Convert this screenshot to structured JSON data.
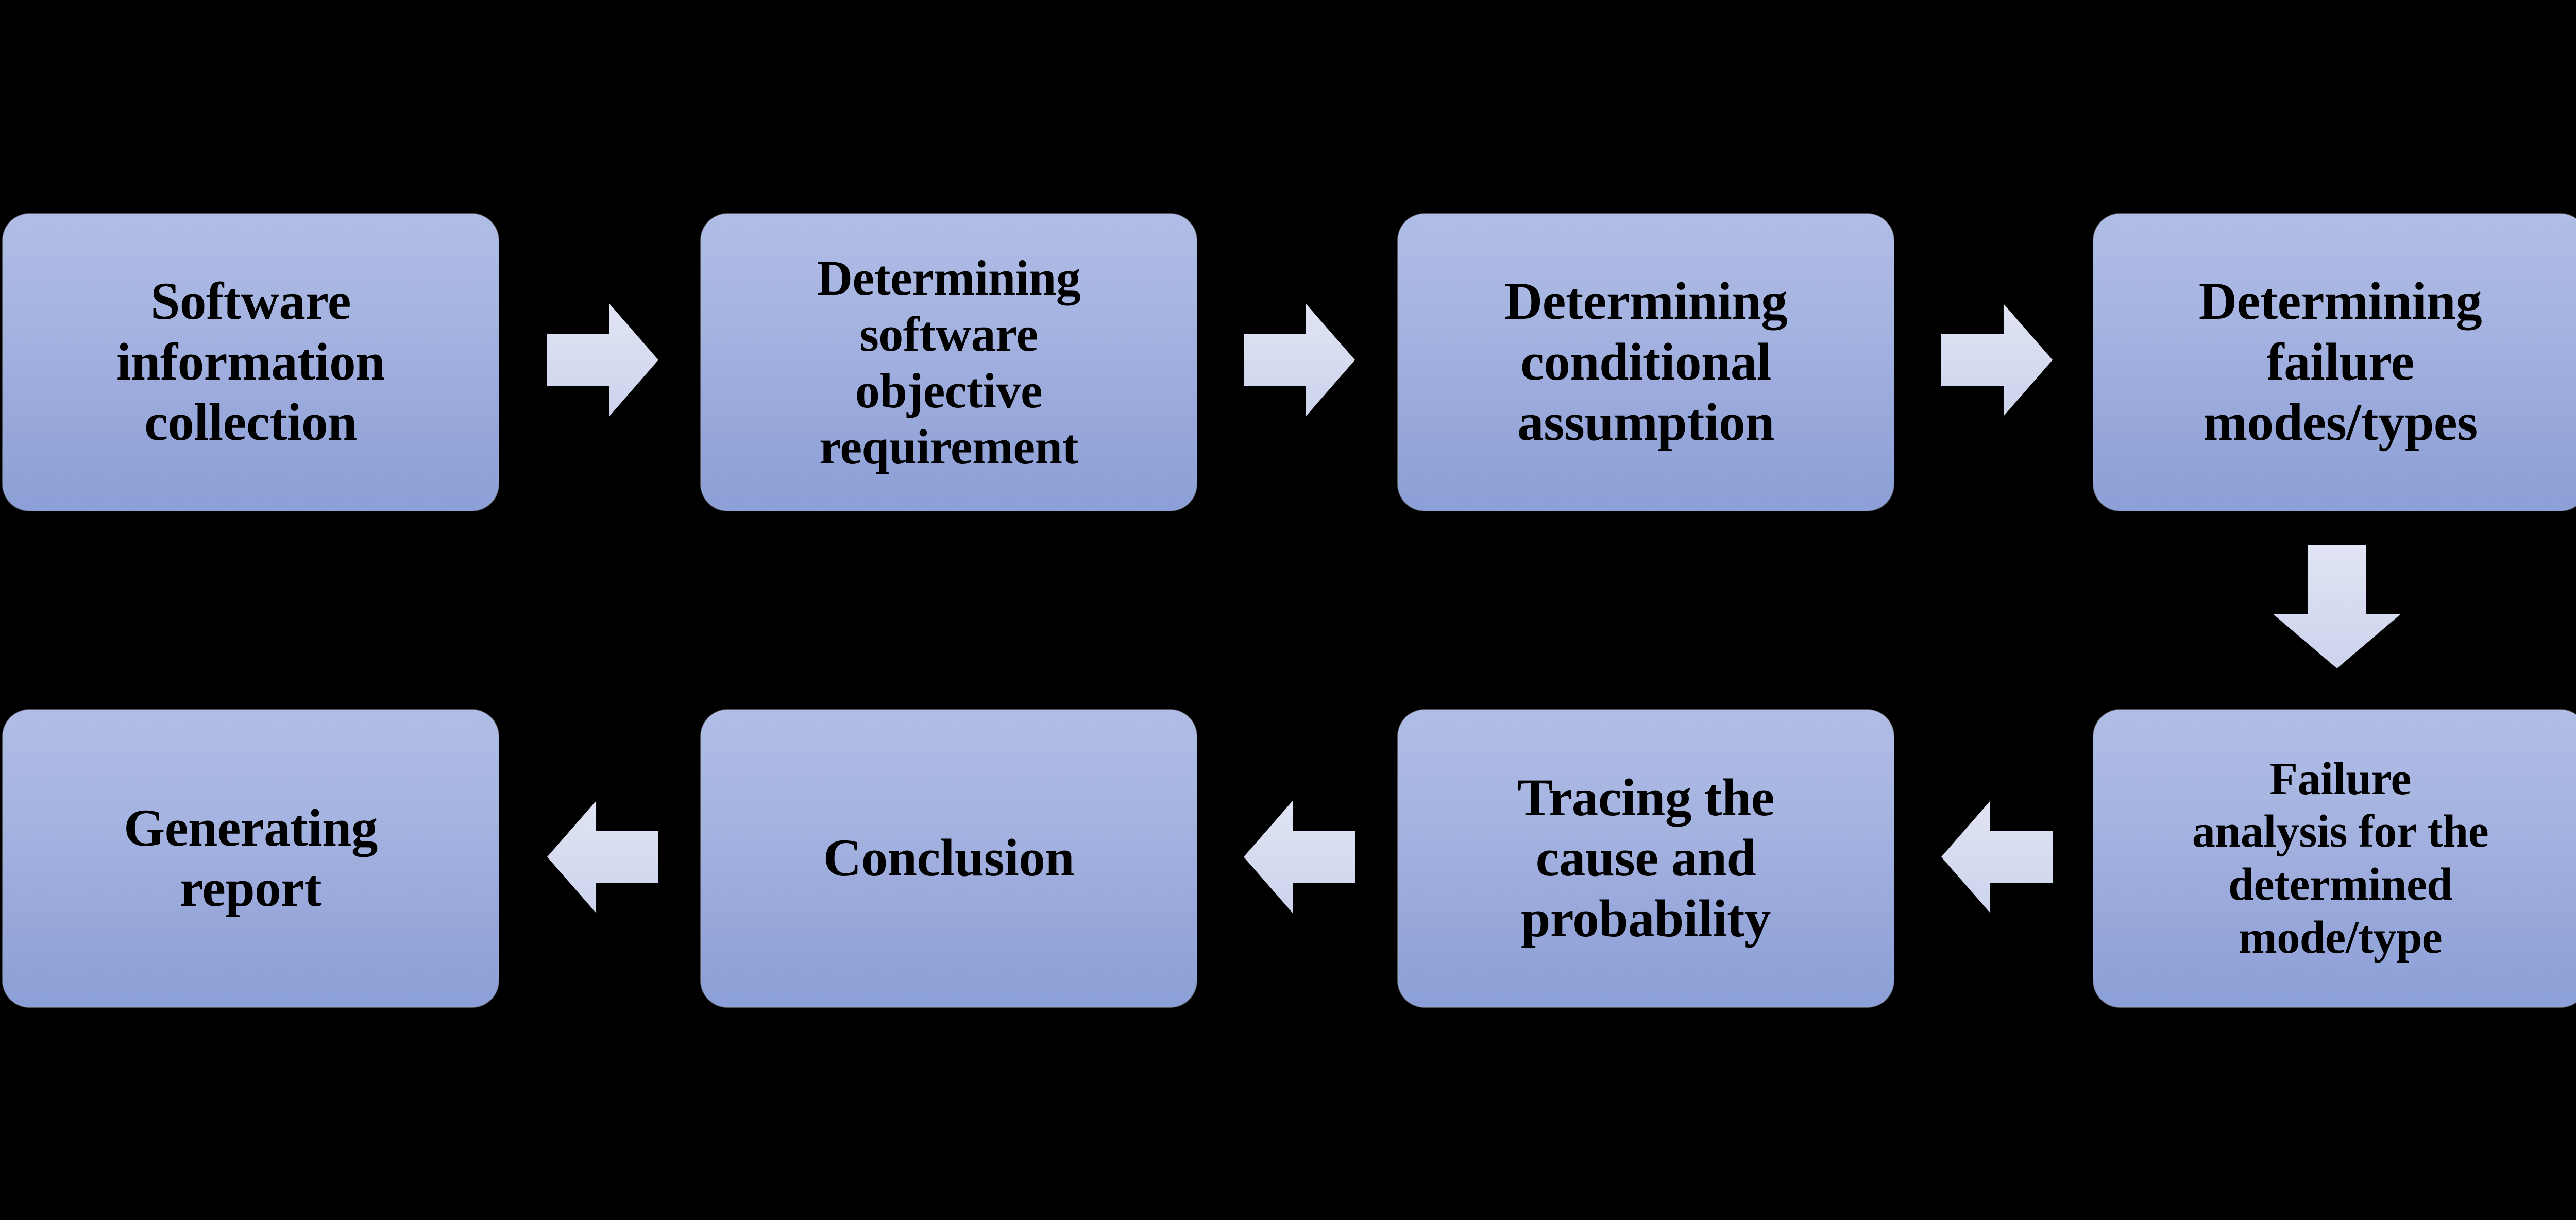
{
  "diagram": {
    "background_color": "#000000",
    "node_fill_top": "#b0bde6",
    "node_fill_bottom": "#8ba0d7",
    "arrow_color": "#d5dbee",
    "text_color": "#000000",
    "nodes": [
      {
        "id": "n1",
        "label": "Software\ninformation\ncollection"
      },
      {
        "id": "n2",
        "label": "Determining\nsoftware\nobjective\nrequirement"
      },
      {
        "id": "n3",
        "label": "Determining\nconditional\nassumption"
      },
      {
        "id": "n4",
        "label": "Determining\nfailure\nmodes/types"
      },
      {
        "id": "n5",
        "label": "Failure\nanalysis for the\ndetermined\nmode/type"
      },
      {
        "id": "n6",
        "label": "Tracing the\ncause and\nprobability"
      },
      {
        "id": "n7",
        "label": "Conclusion"
      },
      {
        "id": "n8",
        "label": "Generating\nreport"
      }
    ],
    "connectors": [
      {
        "id": "a1",
        "from": "n1",
        "to": "n2",
        "direction": "right"
      },
      {
        "id": "a2",
        "from": "n2",
        "to": "n3",
        "direction": "right"
      },
      {
        "id": "a3",
        "from": "n3",
        "to": "n4",
        "direction": "right"
      },
      {
        "id": "a4",
        "from": "n4",
        "to": "n5",
        "direction": "down"
      },
      {
        "id": "a5",
        "from": "n5",
        "to": "n6",
        "direction": "left"
      },
      {
        "id": "a6",
        "from": "n6",
        "to": "n7",
        "direction": "left"
      },
      {
        "id": "a7",
        "from": "n7",
        "to": "n8",
        "direction": "left"
      }
    ]
  }
}
